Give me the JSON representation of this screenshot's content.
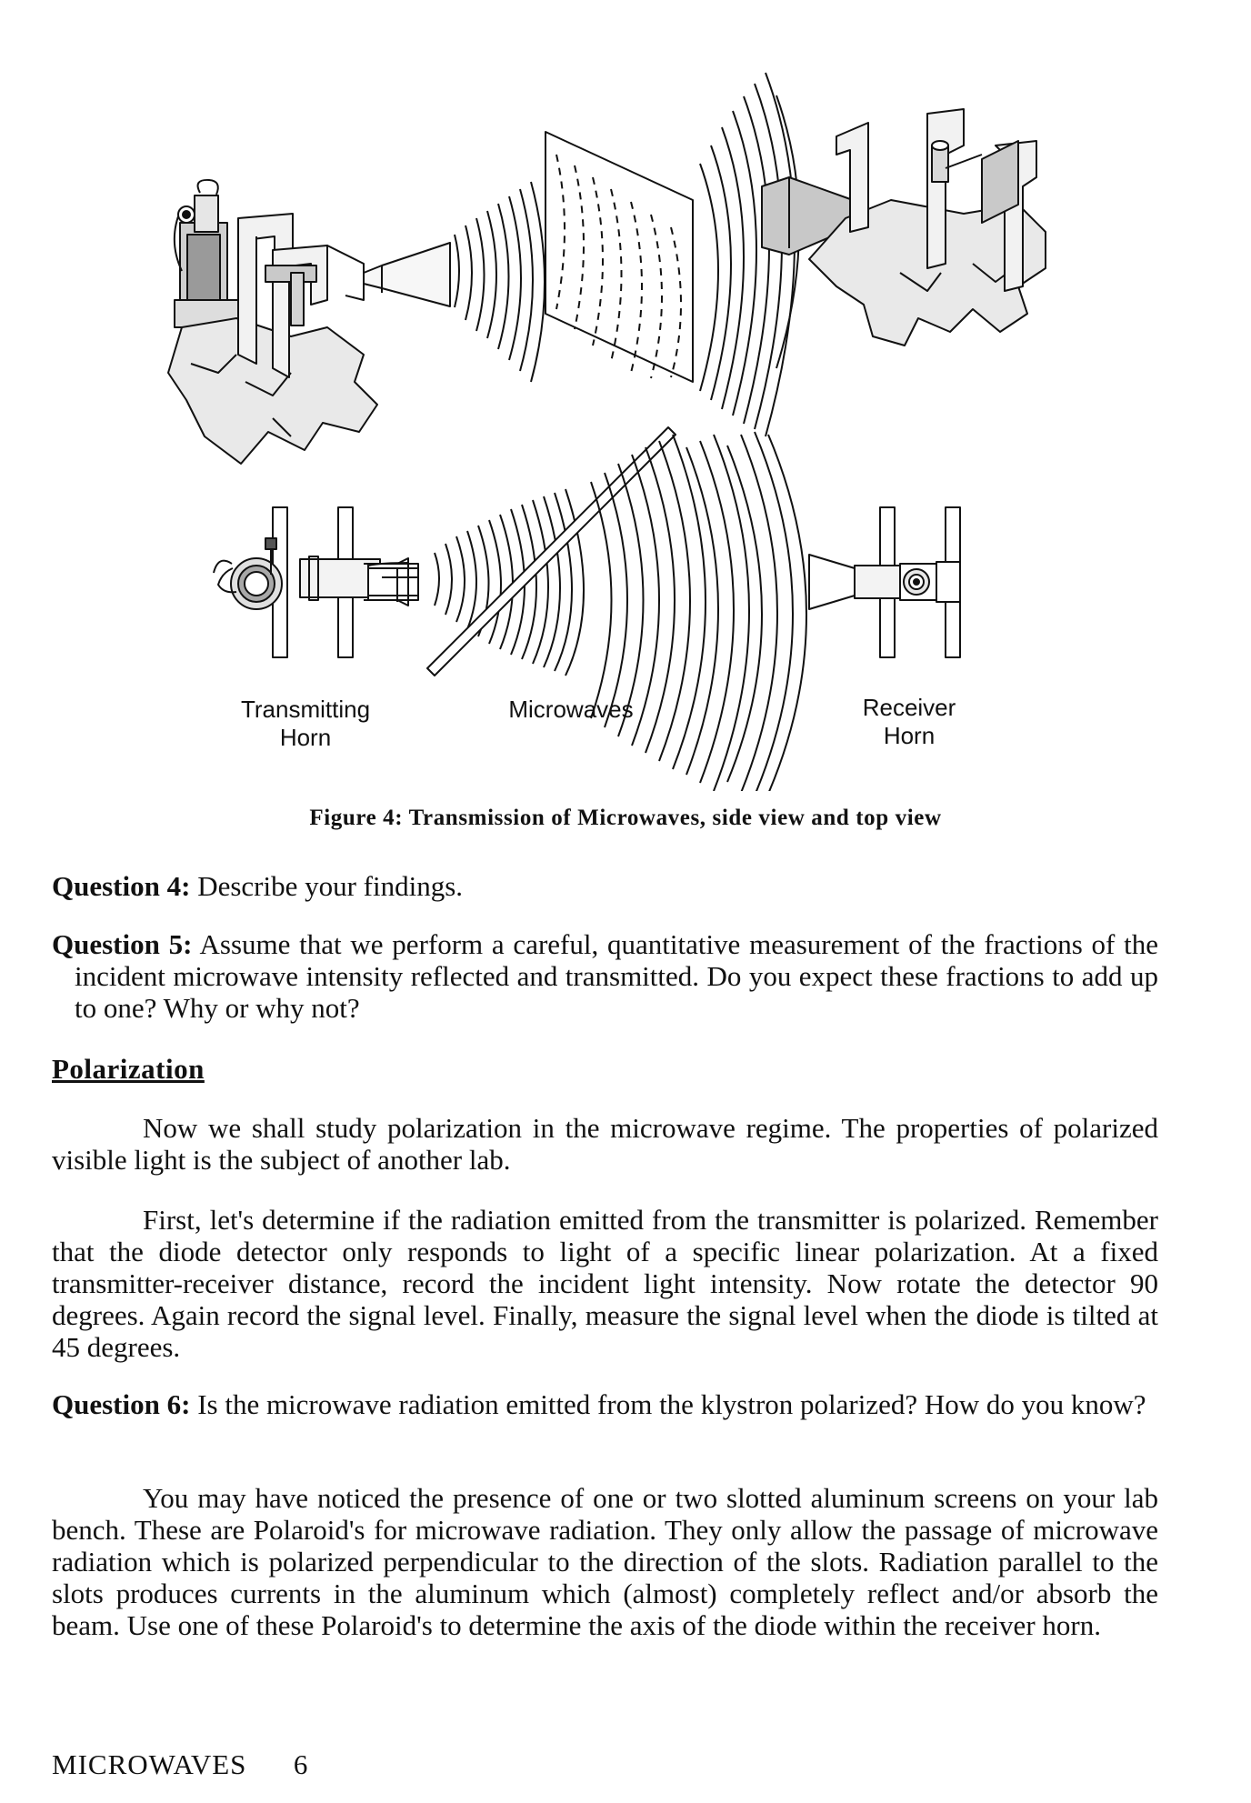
{
  "figure": {
    "label_transmitting_line1": "Transmitting",
    "label_transmitting_line2": "Horn",
    "label_microwaves": "Microwaves",
    "label_receiver_line1": "Receiver",
    "label_receiver_line2": "Horn",
    "caption": "Figure 4: Transmission of Microwaves, side view and top view"
  },
  "question4": {
    "label": "Question 4:",
    "text": " Describe your findings."
  },
  "question5": {
    "label": "Question 5:",
    "text": " Assume that we perform a careful, quantitative measurement of the fractions of the incident microwave intensity reflected and transmitted.  Do you expect these fractions to add up to one? Why or why not?"
  },
  "polarization": {
    "heading": "Polarization",
    "para1": "Now we shall study polarization in the microwave regime.  The properties of polarized visible light is the subject of another lab.",
    "para2": "First, let's determine if the radiation emitted from the transmitter is polarized. Remember that the diode detector only responds to light of a specific linear polarization.  At a fixed transmitter-receiver distance, record the incident light intensity.  Now rotate the detector 90 degrees. Again record the signal level.  Finally, measure the signal level when the diode is tilted at 45 degrees."
  },
  "question6": {
    "label": "Question 6:",
    "text": " Is the microwave radiation  emitted from the klystron polarized? How do you know?"
  },
  "para3": "You may have noticed the presence of one or two slotted aluminum screens on your lab bench. These are Polaroid's for microwave radiation.  They only allow the passage of microwave radiation which is polarized perpendicular to the direction of the slots. Radiation parallel to the slots produces currents in the aluminum which (almost) completely reflect and/or absorb the beam.  Use one of these Polaroid's to determine the axis of the diode within the receiver horn.",
  "footer": {
    "running_title": "MICROWAVES",
    "page_number": "6"
  }
}
